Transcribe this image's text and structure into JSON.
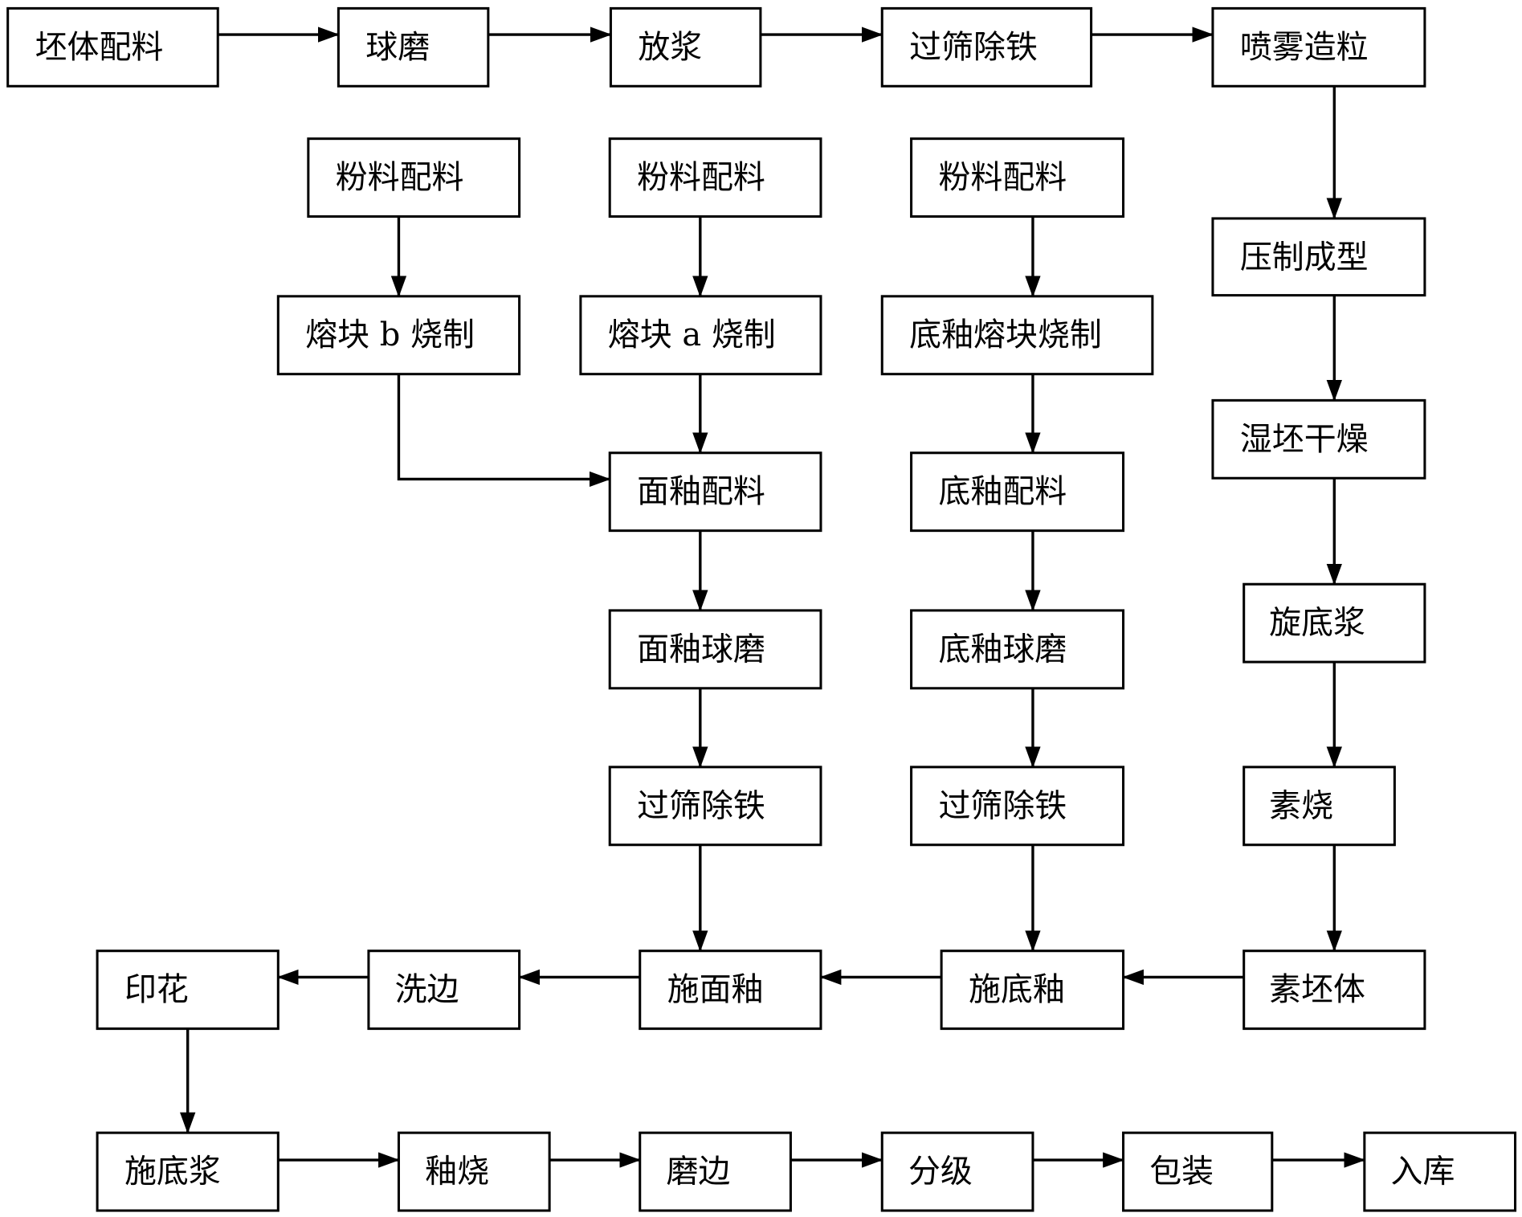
{
  "nodes": [
    "坯体配料",
    "球磨",
    "放浆",
    "过筛除铁",
    "喷雾造粒",
    "粉料配料",
    "粉料配料",
    "粉料配料",
    "熔块 b 烧制",
    "熔块 a 烧制",
    "底釉熔块烧制",
    "压制成型",
    "湿坯干燥",
    "面釉配料",
    "底釉配料",
    "旋底浆",
    "面釉球磨",
    "底釉球磨",
    "过筛除铁",
    "过筛除铁",
    "素烧",
    "印花",
    "洗边",
    "施面釉",
    "施底釉",
    "素坯体",
    "施底浆",
    "釉烧",
    "磨边",
    "分级",
    "包装",
    "入库"
  ],
  "colors": {
    "stroke": "#000000",
    "background": "#ffffff"
  }
}
